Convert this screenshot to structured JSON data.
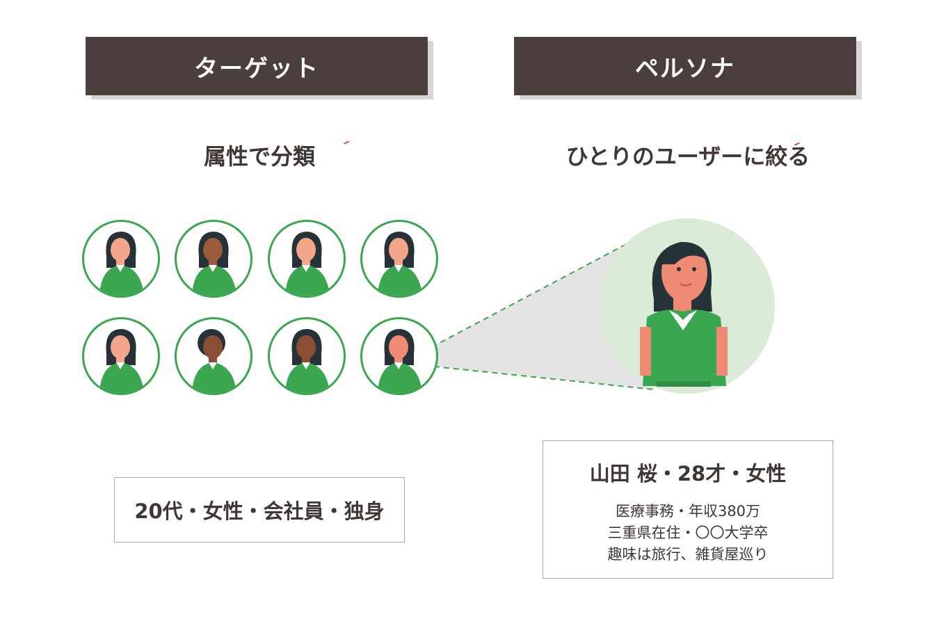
{
  "headers": {
    "target": "ターゲット",
    "persona": "ペルソナ"
  },
  "subtitles": {
    "target": "属性で分類",
    "persona": "ひとりのユーザーに絞る"
  },
  "target_box": "20代・女性・会社員・独身",
  "persona_box": {
    "name": "山田 桜・28才・女性",
    "lines": [
      "医療事務・年収380万",
      "三重県在住・〇〇大学卒",
      "趣味は旅行、雑貨屋巡り"
    ]
  },
  "colors": {
    "header_bg": "#4a3f3c",
    "accent_green": "#3aa64f",
    "skin": "#ef8a75",
    "hair": "#263238",
    "zoom_circle": "#dcebd8",
    "zoom_beam": "#e3e3e3"
  },
  "avatars": [
    {
      "name": "woman-avatar-1",
      "skin": "#f4a68c"
    },
    {
      "name": "woman-avatar-2",
      "skin": "#9a5b3c"
    },
    {
      "name": "woman-avatar-3",
      "skin": "#f4a68c"
    },
    {
      "name": "woman-avatar-4",
      "skin": "#f4a68c"
    },
    {
      "name": "woman-avatar-5",
      "skin": "#f4a68c"
    },
    {
      "name": "woman-avatar-6",
      "skin": "#8a4d35"
    },
    {
      "name": "woman-avatar-7",
      "skin": "#8a4d35"
    },
    {
      "name": "woman-avatar-8",
      "skin": "#ef8a75"
    }
  ]
}
